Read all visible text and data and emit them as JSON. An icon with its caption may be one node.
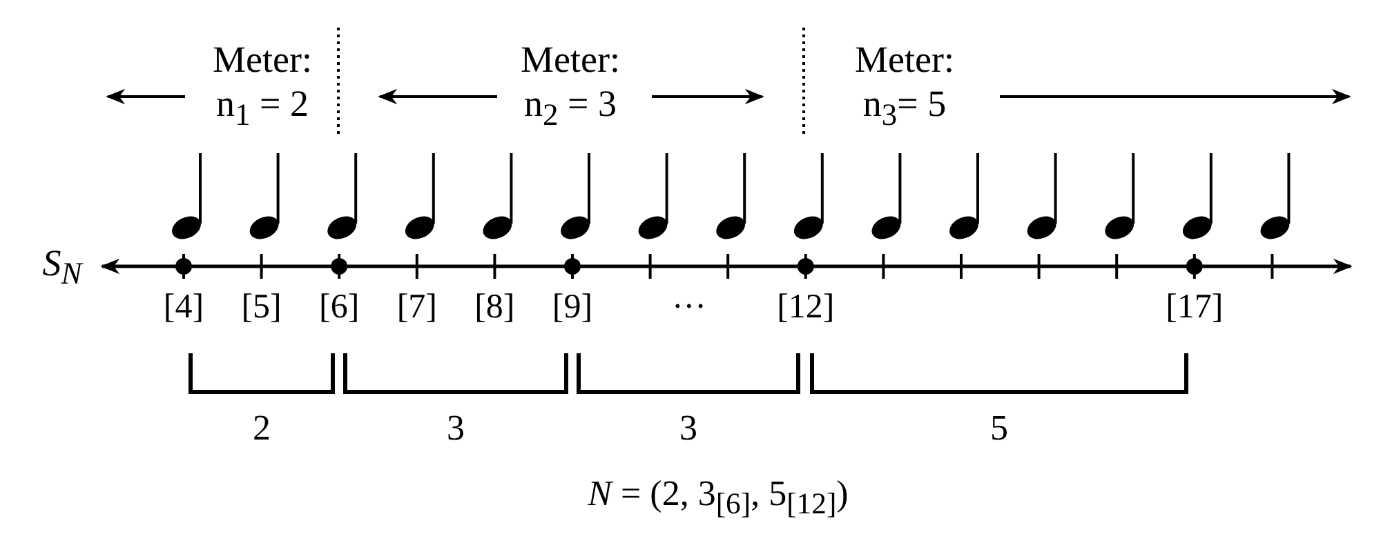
{
  "diagram": {
    "labels": [
      "Meter: n$_{1}$ = 2",
      "Meter: n$_{2}$ = 3",
      "Meter: n$_{3}$= 5",
      "S$_{N}$",
      "[4]",
      "[5]",
      "[6]",
      "[7]",
      "[8]",
      "[9]",
      "···",
      "[12]",
      "[17]",
      "2",
      "3",
      "3",
      "5",
      "*N* = (2, 3$_{[6]}$, 5$_{[12]}$)"
    ]
  }
}
